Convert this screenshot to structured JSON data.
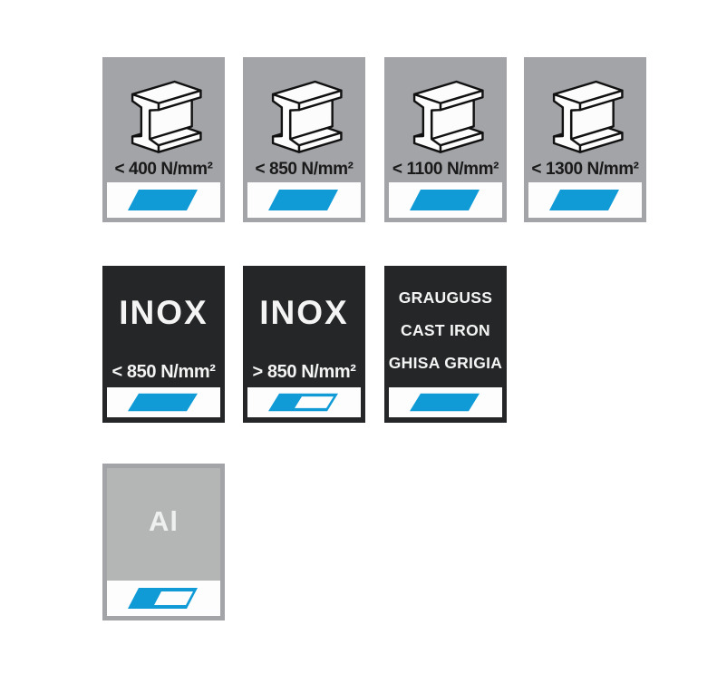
{
  "colors": {
    "tile_gray": "#a3a4a8",
    "tile_gray_light": "#b3b6b5",
    "tile_black": "#242627",
    "accent_blue": "#109bd7",
    "strip_white": "#fdfdfd",
    "text_dark": "#1a1a1a",
    "text_light": "#f4f4f4"
  },
  "icons": {
    "beam": "steel-i-beam-icon",
    "marker_solid": "cut-marker-solid-icon",
    "marker_split": "cut-marker-split-icon"
  },
  "rows": [
    {
      "name": "steel-strength-row",
      "tiles": [
        {
          "material": "steel",
          "label": "< 400 N/mm²",
          "marker": "solid"
        },
        {
          "material": "steel",
          "label": "< 850 N/mm²",
          "marker": "solid"
        },
        {
          "material": "steel",
          "label": "< 1100 N/mm²",
          "marker": "solid"
        },
        {
          "material": "steel",
          "label": "< 1300 N/mm²",
          "marker": "solid"
        }
      ]
    },
    {
      "name": "inox-castiron-row",
      "tiles": [
        {
          "material": "inox",
          "title": "INOX",
          "label": "< 850 N/mm²",
          "marker": "solid"
        },
        {
          "material": "inox",
          "title": "INOX",
          "label": "> 850 N/mm²",
          "marker": "split"
        },
        {
          "material": "cast-iron",
          "lines": [
            "GRAUGUSS",
            "CAST IRON",
            "GHISA GRIGIA"
          ],
          "marker": "solid"
        }
      ]
    },
    {
      "name": "aluminum-row",
      "tiles": [
        {
          "material": "aluminum",
          "title": "Al",
          "marker": "split"
        }
      ]
    }
  ]
}
